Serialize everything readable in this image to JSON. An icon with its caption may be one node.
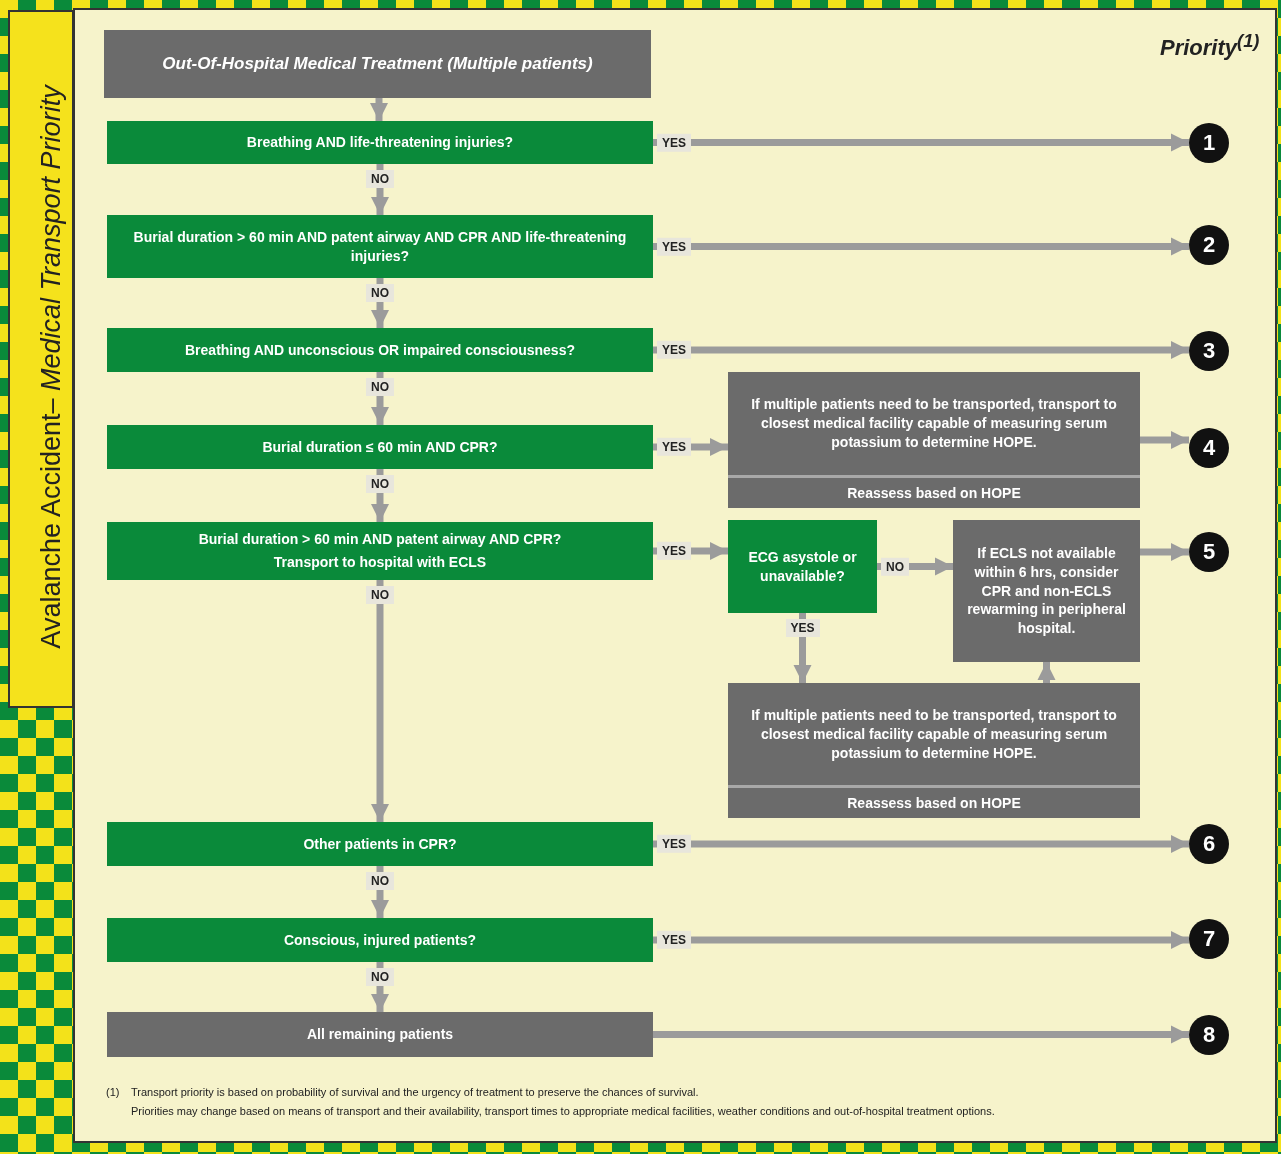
{
  "diagram": {
    "title": "Avalanche Accident– *Medical Transport Priority*",
    "nodes": [
      {
        "text": [
          "Out-Of-Hospital Medical Treatment (Multiple patients)"
        ]
      },
      {
        "text": [
          "Breathing AND life-threatening injuries?"
        ]
      },
      {
        "text": [
          "Burial duration > 60 min AND patent airway AND CPR AND life-threatening injuries?"
        ]
      },
      {
        "text": [
          "Breathing AND unconscious OR impaired consciousness?"
        ]
      },
      {
        "text": [
          "Burial duration ≤ 60 min AND CPR?"
        ]
      },
      {
        "text": [
          "Burial duration > 60 min AND patent airway AND CPR?",
          "Transport to hospital with ECLS"
        ]
      },
      {
        "text": [
          "Other patients in CPR?"
        ]
      },
      {
        "text": [
          "Conscious, injured patients?"
        ]
      },
      {
        "text": [
          "All remaining patients"
        ]
      },
      {
        "text": [
          "If multiple patients need to be transported, transport to closest medical facility capable of measuring serum potassium to determine HOPE.",
          "Reassess based on HOPE"
        ]
      },
      {
        "text": [
          "ECG asystole or unavailable?"
        ]
      },
      {
        "text": [
          "If ECLS not available within 6 hrs, consider CPR and non-ECLS rewarming in peripheral hospital."
        ]
      },
      {
        "text": [
          "If multiple patients need to be transported, transport to closest medical facility capable of measuring serum potassium to determine HOPE.",
          "Reassess based on HOPE"
        ]
      },
      {
        "text": [
          "1"
        ]
      },
      {
        "text": [
          "2"
        ]
      },
      {
        "text": [
          "3"
        ]
      },
      {
        "text": [
          "4"
        ]
      },
      {
        "text": [
          "5"
        ]
      },
      {
        "text": [
          "6"
        ]
      },
      {
        "text": [
          "7"
        ]
      },
      {
        "text": [
          "8"
        ]
      }
    ],
    "edges": [
      {
        "from": 0,
        "to": 1,
        "arrow": "to"
      },
      {
        "from": 1,
        "to": 13,
        "arrow": "to",
        "label": "YES"
      },
      {
        "from": 1,
        "to": 2,
        "arrow": "to",
        "label": "NO"
      },
      {
        "from": 2,
        "to": 14,
        "arrow": "to",
        "label": "YES"
      },
      {
        "from": 2,
        "to": 3,
        "arrow": "to",
        "label": "NO"
      },
      {
        "from": 3,
        "to": 15,
        "arrow": "to",
        "label": "YES"
      },
      {
        "from": 3,
        "to": 4,
        "arrow": "to",
        "label": "NO"
      },
      {
        "from": 4,
        "to": 9,
        "arrow": "to",
        "label": "YES"
      },
      {
        "from": 9,
        "to": 16,
        "arrow": "to"
      },
      {
        "from": 4,
        "to": 5,
        "arrow": "to",
        "label": "NO"
      },
      {
        "from": 5,
        "to": 10,
        "arrow": "to",
        "label": "YES"
      },
      {
        "from": 10,
        "to": 11,
        "arrow": "to",
        "label": "NO"
      },
      {
        "from": 10,
        "to": 12,
        "arrow": "to",
        "label": "YES"
      },
      {
        "from": 12,
        "to": 11,
        "arrow": "to"
      },
      {
        "from": 11,
        "to": 17,
        "arrow": "to"
      },
      {
        "from": 5,
        "to": 6,
        "arrow": "to",
        "label": "NO"
      },
      {
        "from": 6,
        "to": 18,
        "arrow": "to",
        "label": "YES"
      },
      {
        "from": 6,
        "to": 7,
        "arrow": "to",
        "label": "NO"
      },
      {
        "from": 7,
        "to": 19,
        "arrow": "to",
        "label": "YES"
      },
      {
        "from": 7,
        "to": 8,
        "arrow": "to",
        "label": "NO"
      },
      {
        "from": 8,
        "to": 20,
        "arrow": "to"
      }
    ],
    "labels": [
      "Priority$^{(1)}$",
      "(1)",
      "Transport priority is based on probability of survival and the urgency of treatment to preserve the chances of survival.",
      "Priorities may change based on means of transport and their availability, transport times to appropriate medical facilities, weather conditions and out-of-hospital treatment options."
    ]
  }
}
